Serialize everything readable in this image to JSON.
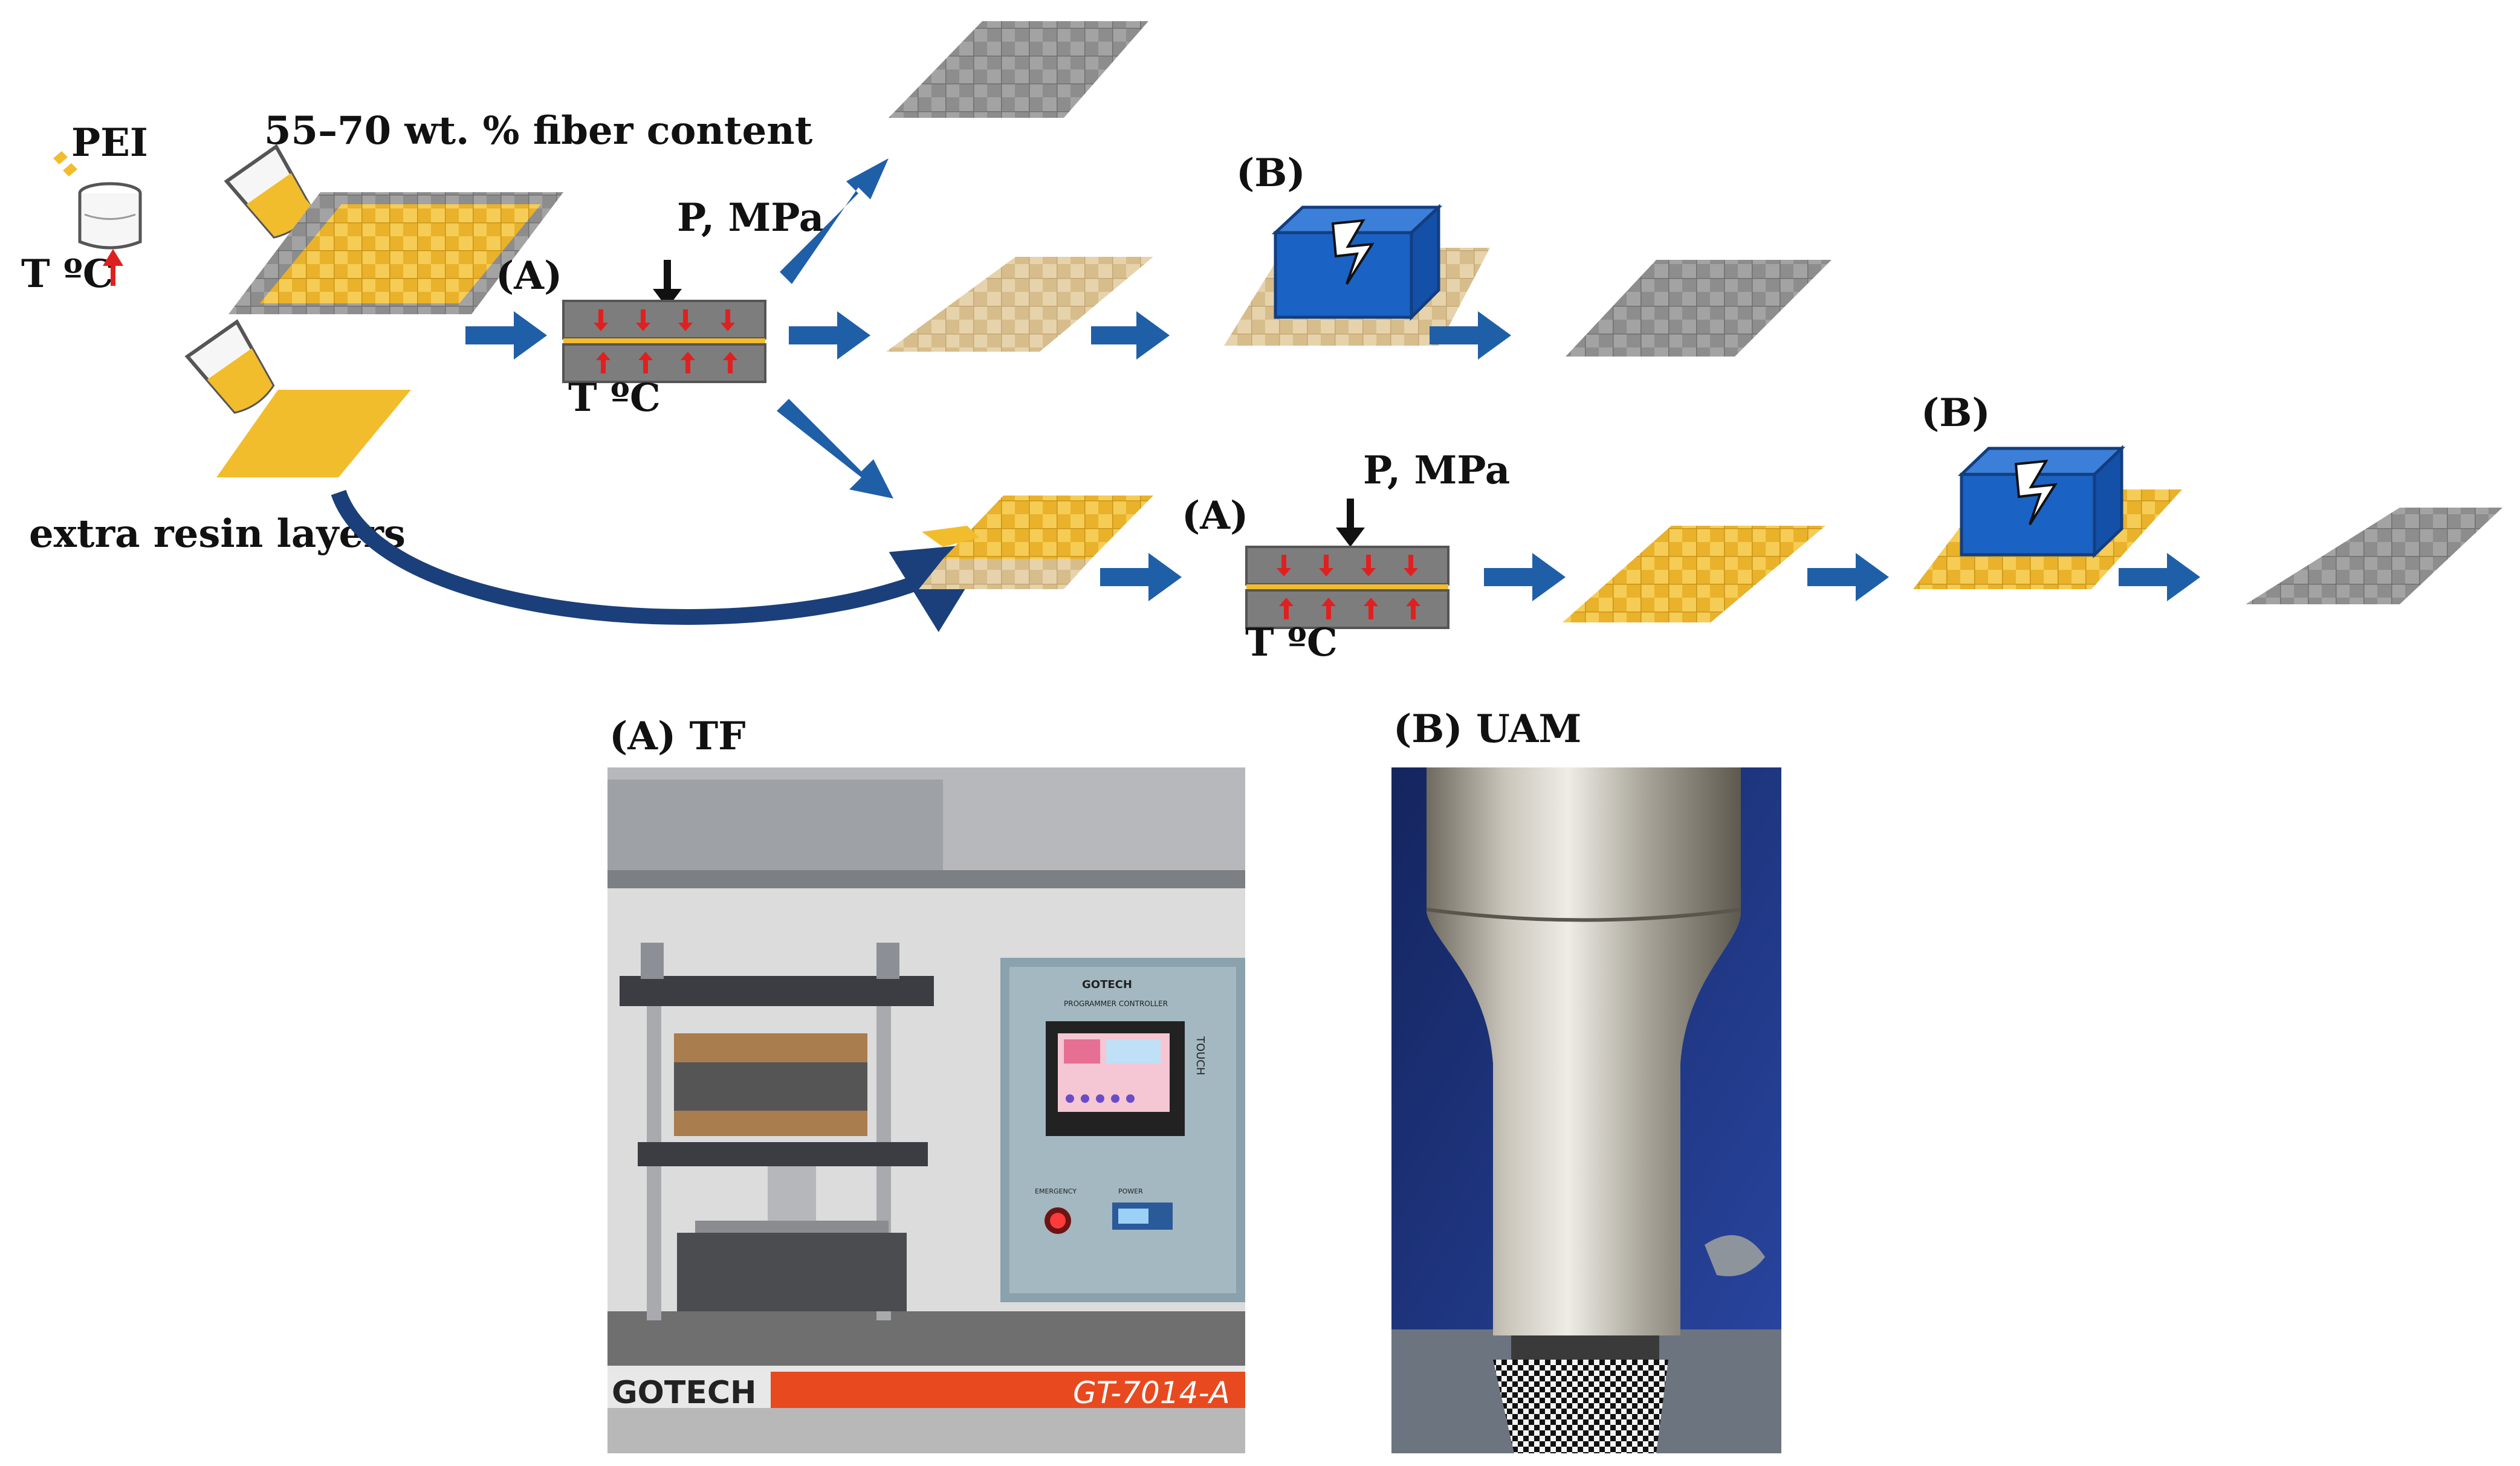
{
  "labels": {
    "pei": "PEI",
    "fiber_content": "55–70 wt. % fiber content",
    "temp": "T ºC",
    "step_a": "(A)",
    "step_b": "(B)",
    "pressure": "P, MPa",
    "extra_resin": "extra resin layers",
    "photo_a_title": "(A) TF",
    "photo_b_title": "(B) UAM"
  },
  "photo_a": {
    "brand": "GOTECH",
    "model": "GT-7014-A",
    "panel_logo": "GOTECH",
    "panel_subtitle": "PROGRAMMER CONTROLLER",
    "emergency": "EMERGENCY",
    "power": "POWER",
    "touch": "TOUCH"
  },
  "colors": {
    "arrow_blue": "#1f5fa8",
    "resin_yellow": "#f2bd2c",
    "fabric_tan": "#dcc393",
    "carbon_gray": "#8a8a8a",
    "press_gray": "#7d7d7d",
    "ultrasonic_blue": "#1a62c4",
    "heat_red": "#e02020",
    "curve_navy": "#1b3f7a"
  },
  "icons": [
    "resin-beaker-icon",
    "pour-cup-icon",
    "heat-arrow-icon",
    "press-arrow-icon",
    "lightning-icon"
  ]
}
